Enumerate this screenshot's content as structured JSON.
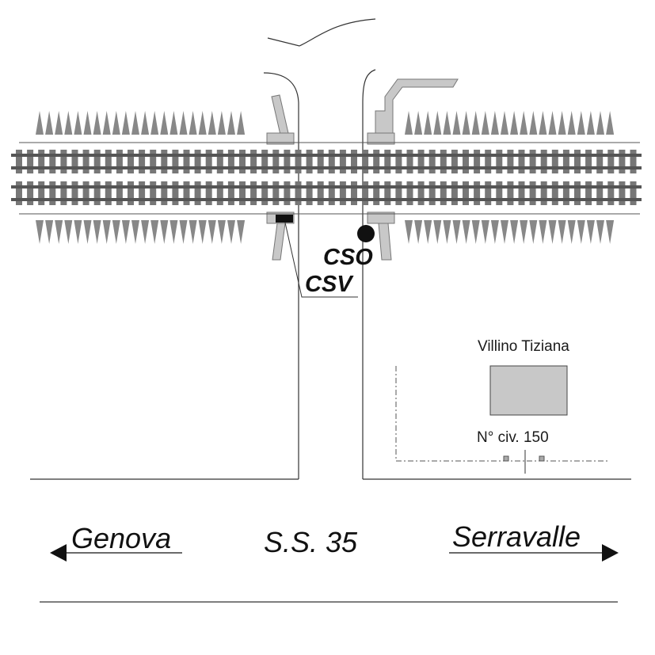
{
  "labels": {
    "cso": "CSO",
    "csv": "CSV",
    "building": "Villino Tiziana",
    "civic_number": "N° civ. 150",
    "road": "S.S. 35",
    "direction_left": "Genova",
    "direction_right": "Serravalle"
  },
  "colors": {
    "line": "#333333",
    "rail": "#555555",
    "sleeper": "#777777",
    "fill_gray": "#c8c8c8",
    "spike": "#888888",
    "text": "#111111"
  }
}
